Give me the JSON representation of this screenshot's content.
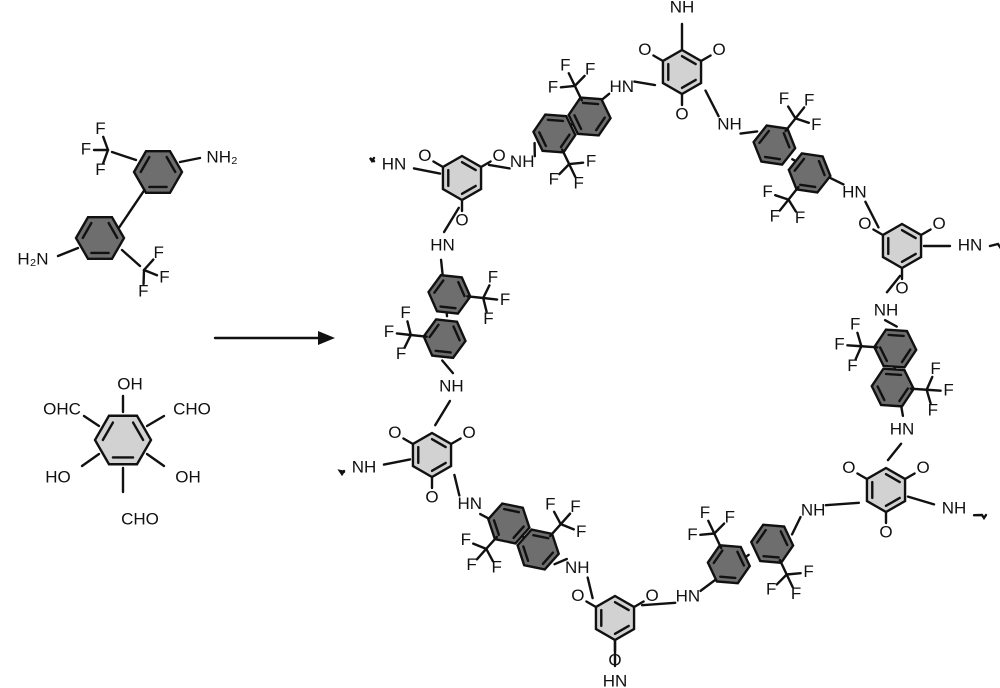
{
  "diamine": {
    "amine_right": "NH₂",
    "amine_left": "H₂N",
    "fluorine": "F"
  },
  "aldehyde": {
    "oh_top": "OH",
    "ohc": "OHC",
    "cho_right": "CHO",
    "ho": "HO",
    "oh_right": "OH",
    "cho_bottom": "CHO"
  },
  "product": {
    "nh": "NH",
    "hn": "HN",
    "oxygen": "O",
    "fluorine": "F"
  },
  "colors": {
    "core_ring": "#d2d2d2",
    "phenyl_ring": "#6e6e6e",
    "ink": "#111111"
  }
}
